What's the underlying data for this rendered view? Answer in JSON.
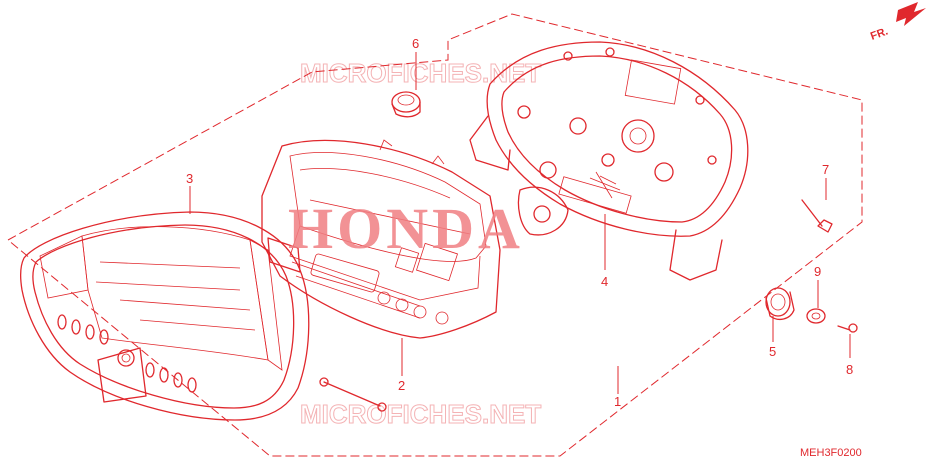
{
  "diagram": {
    "diagram_code": "MEH3F0200",
    "direction_label": "FR.",
    "brand_text": "HONDA",
    "watermark_text": "MICROFICHES.NET",
    "callouts": [
      {
        "id": "1",
        "label": "1"
      },
      {
        "id": "2",
        "label": "2"
      },
      {
        "id": "3",
        "label": "3"
      },
      {
        "id": "4",
        "label": "4"
      },
      {
        "id": "5",
        "label": "5"
      },
      {
        "id": "6",
        "label": "6"
      },
      {
        "id": "7",
        "label": "7"
      },
      {
        "id": "8",
        "label": "8"
      },
      {
        "id": "9",
        "label": "9"
      }
    ],
    "colors": {
      "line": "#e0282d",
      "watermark": "#f4b3b5",
      "brand": "#f07f83"
    }
  }
}
